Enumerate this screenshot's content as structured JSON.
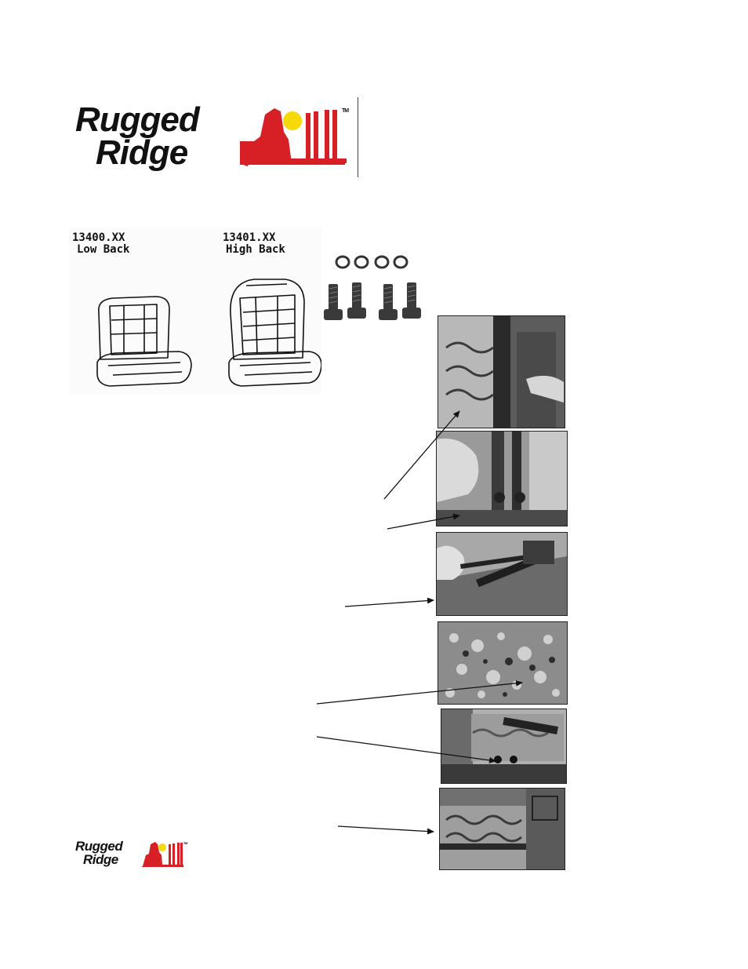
{
  "logo": {
    "line1": "Rugged",
    "line2": "Ridge",
    "tm": "TM",
    "colors": {
      "text": "#111111",
      "red": "#d71f26",
      "sun": "#f5d90a"
    }
  },
  "seats": [
    {
      "part_number": "13400.XX",
      "label": "Low Back"
    },
    {
      "part_number": "13401.XX",
      "label": "High Back"
    }
  ],
  "hardware": {
    "washers": 4,
    "bolts": 4
  },
  "photos": [
    {
      "name": "photo-seat-frame-springs"
    },
    {
      "name": "photo-seat-rail-hand"
    },
    {
      "name": "photo-seat-track-wrench"
    },
    {
      "name": "photo-seat-pan-grain"
    },
    {
      "name": "photo-seat-bolt-hole"
    },
    {
      "name": "photo-seat-rail-springs"
    }
  ],
  "footer_logo": {
    "line1": "Rugged",
    "line2": "Ridge",
    "tm": "TM"
  }
}
